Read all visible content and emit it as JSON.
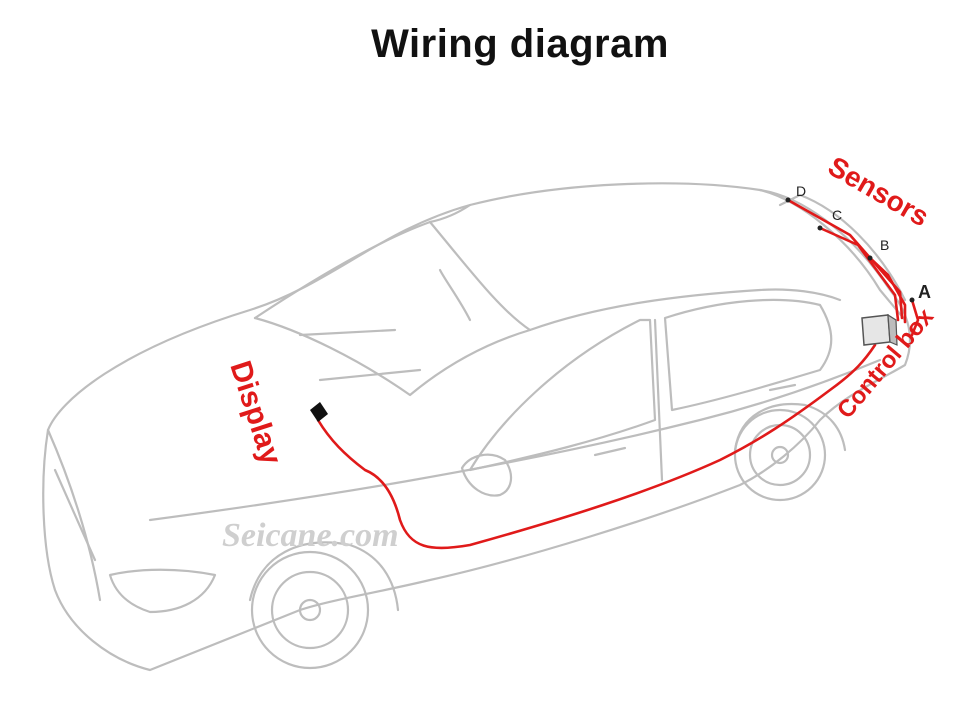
{
  "title": "Wiring diagram",
  "labels": {
    "display": "Display",
    "sensors": "Sensors",
    "control_box": "Control box"
  },
  "sensor_points": [
    "A",
    "B",
    "C",
    "D"
  ],
  "watermark": "Seicane.com",
  "colors": {
    "wire": "#e01a1a",
    "car_outline": "#bdbdbd",
    "label": "#e01a1a"
  }
}
